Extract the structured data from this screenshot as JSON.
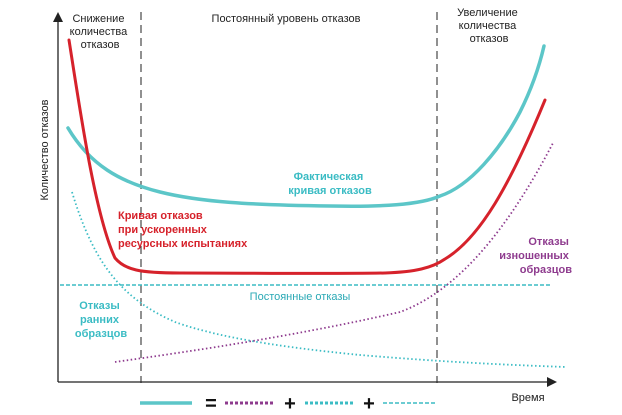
{
  "colors": {
    "actual": "#5cc6c8",
    "accelerated": "#d6222b",
    "wearout": "#8e3b8e",
    "early": "#3bbcc4",
    "constant": "#3bbcc4",
    "axis": "#222222",
    "divider": "#222222"
  },
  "axes": {
    "ylabel": "Количество отказов",
    "xlabel": "Время"
  },
  "zones": {
    "left": [
      "Снижение",
      "количества",
      "отказов"
    ],
    "middle": "Постоянный уровень отказов",
    "right": [
      "Увеличение",
      "количества",
      "отказов"
    ]
  },
  "labels": {
    "actual": [
      "Фактическая",
      "кривая отказов"
    ],
    "accelerated": [
      "Кривая отказов",
      "при ускоренных",
      "ресурсных испытаниях"
    ],
    "wearout": [
      "Отказы",
      "изношенных",
      "образцов"
    ],
    "constant": "Постоянные отказы",
    "early": [
      "Отказы",
      "ранних",
      "образцов"
    ]
  },
  "legend": {
    "equals": "=",
    "plus1": "+",
    "plus2": "+"
  }
}
